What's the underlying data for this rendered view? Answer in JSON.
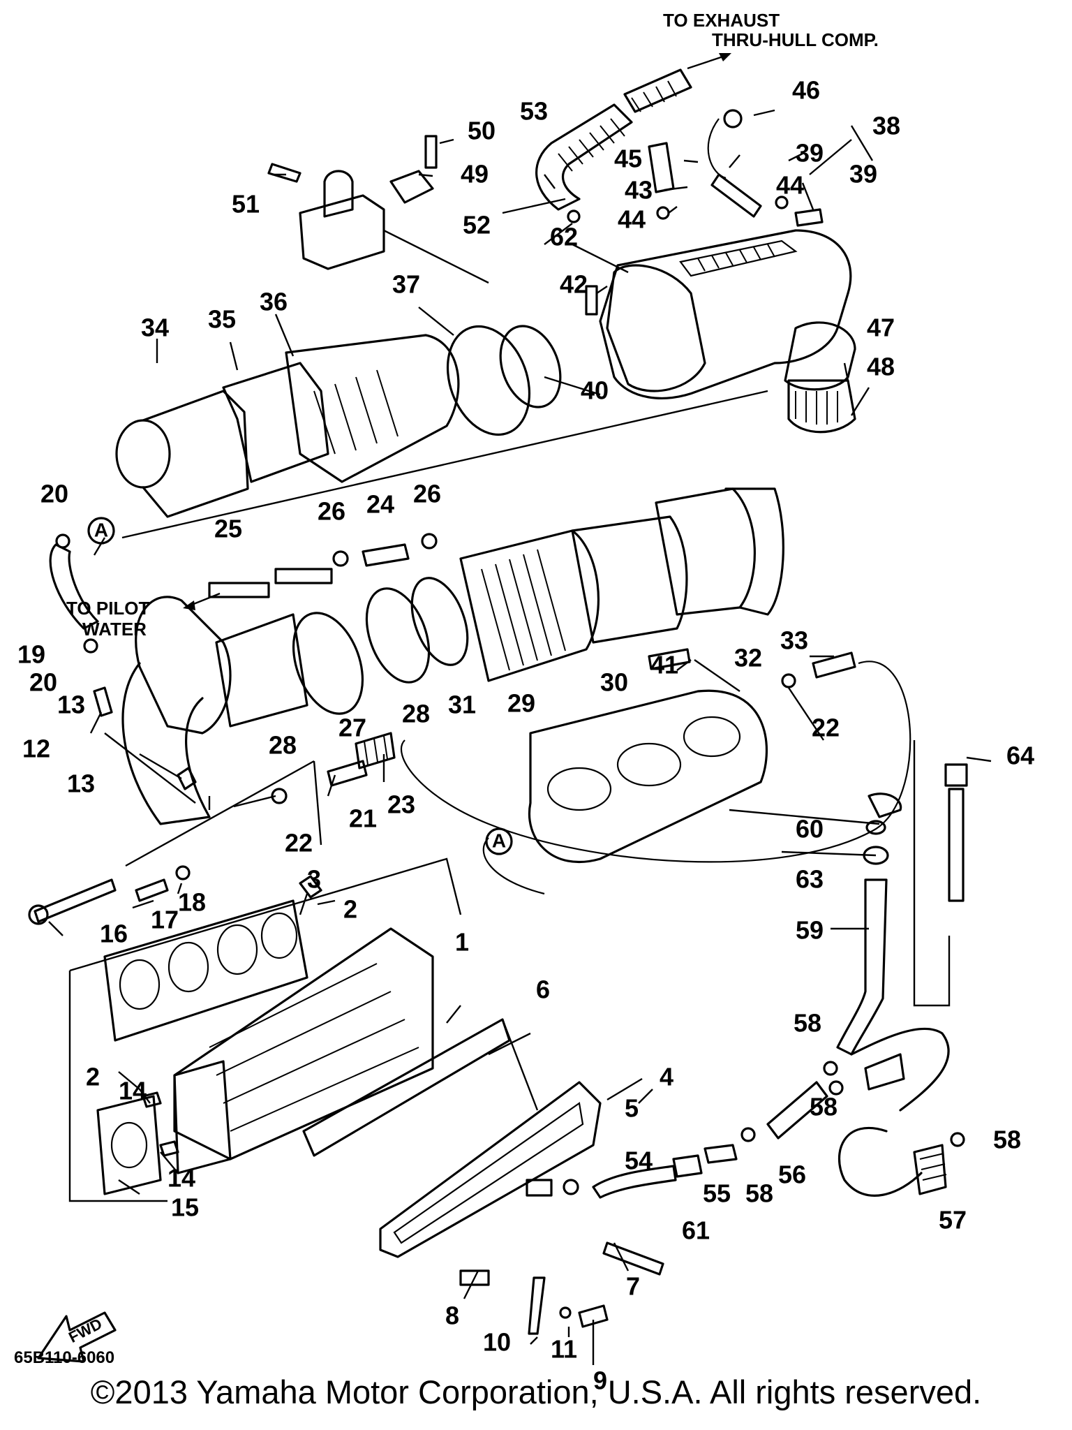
{
  "diagram": {
    "notes": {
      "to_exhaust": "TO EXHAUST",
      "thru_hull": "THRU-HULL COMP.",
      "to_pilot": "TO PILOT",
      "water": "WATER"
    },
    "ref_mark": "A",
    "fwd_label": "FWD",
    "catalog_code": "65B110-6060",
    "part_numbers": [
      "1",
      "2",
      "2",
      "3",
      "4",
      "5",
      "6",
      "7",
      "8",
      "9",
      "10",
      "11",
      "12",
      "13",
      "13",
      "14",
      "14",
      "15",
      "16",
      "17",
      "18",
      "19",
      "20",
      "20",
      "21",
      "22",
      "22",
      "23",
      "24",
      "25",
      "26",
      "26",
      "27",
      "28",
      "28",
      "29",
      "30",
      "31",
      "32",
      "33",
      "34",
      "35",
      "36",
      "37",
      "38",
      "39",
      "39",
      "40",
      "41",
      "42",
      "43",
      "44",
      "44",
      "45",
      "46",
      "47",
      "48",
      "49",
      "50",
      "51",
      "52",
      "53",
      "54",
      "55",
      "56",
      "57",
      "58",
      "58",
      "58",
      "58",
      "59",
      "60",
      "61",
      "62",
      "63",
      "64"
    ]
  },
  "footer": {
    "copyright": "©2013 Yamaha Motor Corporation, U.S.A. All rights reserved."
  }
}
